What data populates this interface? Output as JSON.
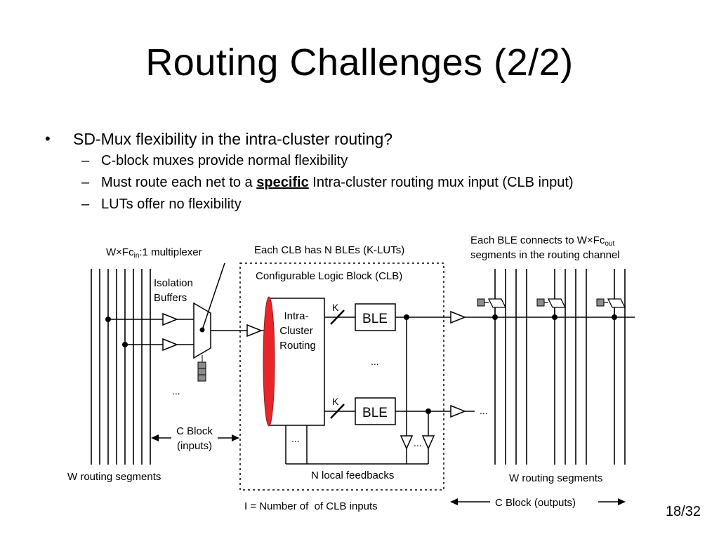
{
  "slide": {
    "title": "Routing Challenges (2/2)",
    "bullets": [
      {
        "text": "SD-Mux flexibility in the intra-cluster routing?"
      }
    ],
    "subbullets": [
      {
        "text": "C-block muxes provide normal flexibility"
      },
      {
        "pre": "Must route each net to a ",
        "emph": "specific",
        "post": " Intra-cluster routing mux input (CLB input)"
      },
      {
        "text": "LUTs offer no flexibility"
      }
    ],
    "page": "18/32"
  },
  "diagram": {
    "mux_label_pre": "W×Fc",
    "mux_label_sub": "in",
    "mux_label_post": ":1 multiplexer",
    "isolation_line1": "Isolation",
    "isolation_line2": "Buffers",
    "clb_count_label": "Each CLB has N BLEs (K-LUTs)",
    "clb_label": "Configurable Logic Block (CLB)",
    "intra_line1": "Intra-",
    "intra_line2": "Cluster",
    "intra_line3": "Routing",
    "k_label": "K",
    "ble_label": "BLE",
    "ellipsis": "...",
    "cblock_in_line1": "C Block",
    "cblock_in_line2": "(inputs)",
    "w_routing_left": "W routing segments",
    "w_routing_right": "W routing segments",
    "local_feedbacks": "N local feedbacks",
    "clb_inputs": "I = Number of  of CLB inputs",
    "cblock_out": "C Block (outputs)",
    "ble_connect_line1_pre": "Each BLE connects to W×Fc",
    "ble_connect_line1_sub": "out",
    "ble_connect_line2": "segments in the routing channel",
    "colors": {
      "highlight": "#e8262a",
      "switch": "#8c8c8c"
    }
  }
}
